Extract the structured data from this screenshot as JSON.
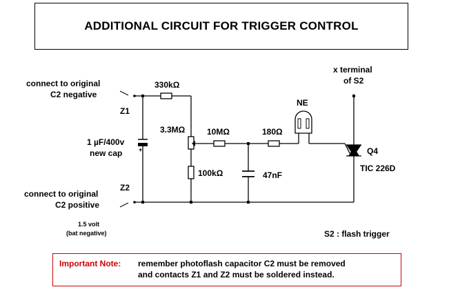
{
  "title": "ADDITIONAL CIRCUIT FOR TRIGGER CONTROL",
  "labels": {
    "connect_orig_neg_line1": "connect to original",
    "connect_orig_neg_line2": "C2 negative",
    "z1": "Z1",
    "r330k": "330kΩ",
    "cap_value": "1 µF/400v",
    "cap_desc": "new cap",
    "pot": "3.3MΩ",
    "r10m": "10MΩ",
    "r180": "180Ω",
    "ne": "NE",
    "x_terminal_line1": "x terminal",
    "x_terminal_line2": "of S2",
    "q4": "Q4",
    "tic": "TIC 226D",
    "r100k": "100kΩ",
    "c47n": "47nF",
    "connect_orig_pos_line1": "connect to original",
    "connect_orig_pos_line2": "C2 positive",
    "z2": "Z2",
    "bat_line1": "1.5 volt",
    "bat_line2": "(bat negative)",
    "s2": "S2 : flash trigger",
    "plus": "+"
  },
  "note": {
    "label": "Important Note:",
    "line1": "remember photoflash capacitor C2 must be removed",
    "line2": "and contacts Z1 and Z2 must be soldered instead."
  }
}
